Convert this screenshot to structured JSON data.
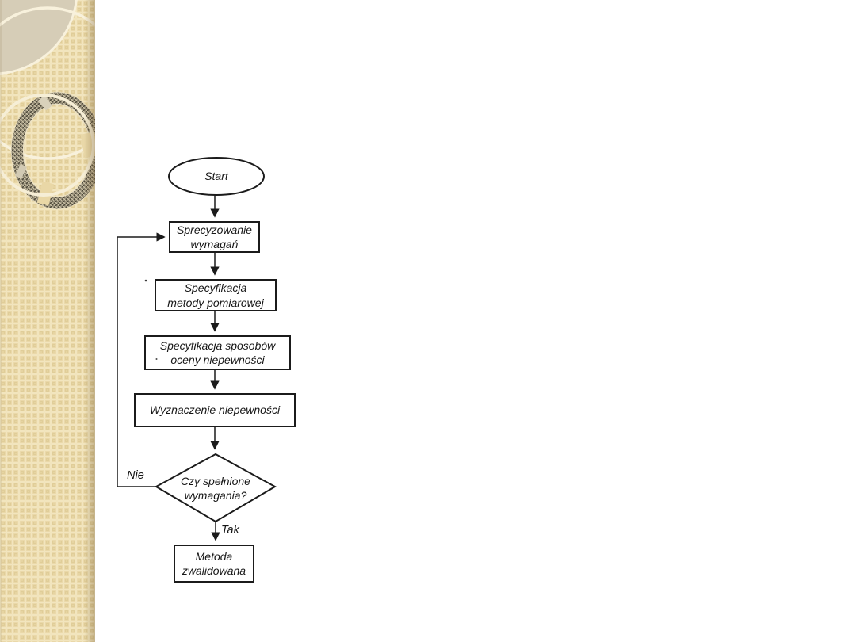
{
  "slide": {
    "background_color": "#ffffff",
    "type": "presentation-slide-with-flowchart"
  },
  "sidebar_decoration": {
    "base_color": "#e8d6a5",
    "pattern_light": "#f2e6c0",
    "pattern_dark": "#dfcc97",
    "blob_fill": "#d6cdb7",
    "arc_color": "#f8f1dc",
    "ring_hatch_dark": "#4f4a3c",
    "ring_hatch_mid": "#9a927c",
    "ring_hatch_light": "#cfc5a9",
    "edge_shadow": "#7c6237"
  },
  "flowchart": {
    "stroke_color": "#1b1b1b",
    "node_fill": "#ffffff",
    "text_color": "#161616",
    "nodes": {
      "start": {
        "type": "terminator",
        "label": "Start"
      },
      "requirements": {
        "type": "process",
        "label": "Sprecyzowanie\nwymagań"
      },
      "method_spec": {
        "type": "process",
        "label": "Specyfikacja\nmetody pomiarowej"
      },
      "uncertainty_spec": {
        "type": "process",
        "label": "Specyfikacja sposobów\noceny niepewności"
      },
      "uncertainty_eval": {
        "type": "process",
        "label": "Wyznaczenie niepewności"
      },
      "decision": {
        "type": "decision",
        "label": "Czy spełnione\nwymagania?"
      },
      "validated": {
        "type": "process",
        "label": "Metoda\nzwalidowana"
      }
    },
    "edge_labels": {
      "yes": "Tak",
      "no": "Nie"
    }
  }
}
